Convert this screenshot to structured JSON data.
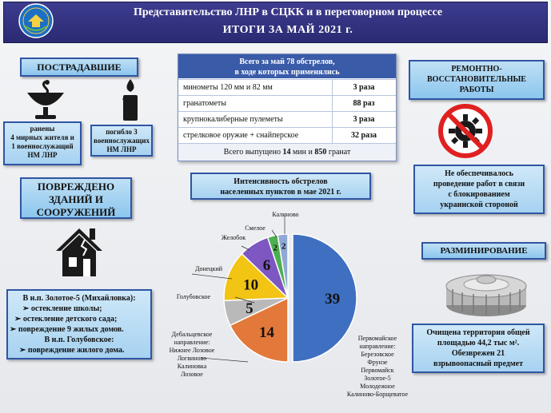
{
  "header": {
    "title": "Представительство  ЛНР в СЦКК и в переговорном процессе",
    "subtitle": "ИТОГИ  ЗА МАЙ 2021 г."
  },
  "victims": {
    "title": "ПОСТРАДАВШИЕ",
    "wounded_lines": [
      "ранены",
      "4 мирных жителя и",
      "1 военнослужащий",
      "НМ  ЛНР"
    ],
    "killed_lines": [
      "погибло   3",
      "военнослужащих",
      "НМ  ЛНР"
    ]
  },
  "shelling": {
    "header_lines": [
      "Всего за май 78 обстрелов,",
      "в ходе которых применялись"
    ],
    "rows": [
      {
        "weapon": "минометы 120 мм и 82 мм",
        "count": "3 раза"
      },
      {
        "weapon": "гранатометы",
        "count": "88 раз"
      },
      {
        "weapon": "крупнокалиберные пулеметы",
        "count": "3 раза"
      },
      {
        "weapon": "стрелковое оружие + снайперское",
        "count": "32 раза"
      }
    ],
    "footer_pre": "Всего выпущено ",
    "footer_mines": "14",
    "footer_mid": " мин и ",
    "footer_grenades": "850",
    "footer_post": " гранат"
  },
  "repair": {
    "title_lines": [
      "РЕМОНТНО-",
      "ВОССТАНОВИТЕЛЬНЫЕ",
      "РАБОТЫ"
    ],
    "note_lines": [
      "Не обеспечивалось",
      "проведение работ в связи",
      "с блокированием",
      "украинской стороной"
    ]
  },
  "buildings": {
    "title_lines": [
      "ПОВРЕЖДЕНО",
      "ЗДАНИЙ И",
      "СООРУЖЕНИЙ"
    ],
    "lines": [
      {
        "text": "В  н.п. Золотое-5 (Михайловка):",
        "bullet": false
      },
      {
        "text": "остекление школы;",
        "bullet": true
      },
      {
        "text": "остекление детского сада;",
        "bullet": true
      },
      {
        "text": "повреждение 9 жилых домов.",
        "bullet": true
      },
      {
        "text": "В н.п. Голубовское:",
        "bullet": false
      },
      {
        "text": "повреждение жилого дома.",
        "bullet": true
      }
    ]
  },
  "intensity": {
    "title_lines": [
      "Интенсивность обстрелов",
      "населенных пунктов в мае 2021 г."
    ]
  },
  "chart_data": {
    "type": "pie",
    "title": "Интенсивность обстрелов населенных пунктов в мае 2021 г.",
    "slices": [
      {
        "label": "Первомайское направление",
        "value": 39,
        "color": "#3f6fc0"
      },
      {
        "label": "Дебальцевское направление",
        "value": 14,
        "color": "#e2793a"
      },
      {
        "label": "Голубовское",
        "value": 5,
        "color": "#b9b9b9"
      },
      {
        "label": "Донецкий",
        "value": 10,
        "color": "#f2c413"
      },
      {
        "label": "Желобок",
        "value": 6,
        "color": "#7e57c2"
      },
      {
        "label": "Смелое",
        "value": 2,
        "color": "#4caf50"
      },
      {
        "label": "Калиново",
        "value": 2,
        "color": "#90a8d4"
      }
    ],
    "labels": {
      "kalinovo": "Калиново",
      "smeloe": "Смелое",
      "zhelobok": "Желобок",
      "donetsky": "Донецкий",
      "golubovskoe": "Голубовское",
      "debaltsevo": [
        "Дебальцевское",
        "направление:",
        "Нижнее Лозовое",
        "Логвиново",
        "Калиновка",
        "Лозовое"
      ],
      "pervomaisk": [
        "Первомайское",
        "направление:",
        "Березовское",
        "Фрунзе",
        "Первомайск",
        "Золотое-5",
        "Молодежное",
        "Калиново-Борщеватое"
      ]
    }
  },
  "demining": {
    "title": "РАЗМИНИРОВАНИЕ",
    "note_lines": [
      "Очищена территория  общей",
      "площадью  44,2 тыс м².",
      "Обезврежен 21",
      "взрывоопасный предмет"
    ]
  }
}
